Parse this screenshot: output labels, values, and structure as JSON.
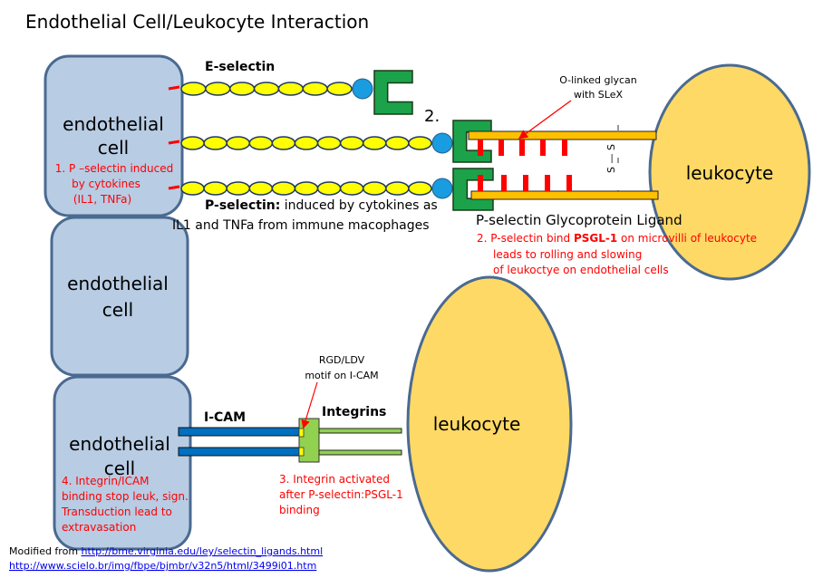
{
  "title": "Endothelial Cell/Leukocyte Interaction",
  "colors": {
    "cell_fill": "#b8cce4",
    "cell_stroke": "#4a6a90",
    "leukocyte_fill": "#ffd966",
    "selectin_bead": "#ffff00",
    "selectin_head": "#1ca24a",
    "lectin_circle": "#1a9ce0",
    "psgl_bar": "#ffc000",
    "glycan": "#ff0000",
    "icam": "#0070c0",
    "integrin": "#92d050",
    "annotation": "#ff0000"
  },
  "cells": {
    "top": {
      "line1": "endothelial",
      "line2": "cell"
    },
    "middle": {
      "line1": "endothelial",
      "line2": "cell"
    },
    "bottom": {
      "line1": "endothelial",
      "line2": "cell"
    }
  },
  "leukocytes": {
    "top": "leukocyte",
    "bottom": "leukocyte"
  },
  "labels": {
    "e_selectin": "E-selectin",
    "step2_marker": "2.",
    "p_selectin_bold": "P-selectin:",
    "p_selectin_rest": " induced by cytokines as",
    "p_selectin_line2": "IL1 and TNFa from immune macophages",
    "glycan_line1": "O-linked glycan",
    "glycan_line2": "with SLeX",
    "disulfide": "S — S",
    "psgl": "P-selectin Glycoprotein Ligand",
    "icam": "I-CAM",
    "integrins": "Integrins",
    "rgd_line1": "RGD/LDV",
    "rgd_line2": "motif on I-CAM"
  },
  "annotations": {
    "step1": [
      "1. P –selectin induced",
      "by cytokines",
      "(IL1, TNFa)"
    ],
    "step2": {
      "prefix": "2.  P-selectin bind ",
      "bold": "PSGL-1",
      "suffix": " on microvilli of leukocyte",
      "line2": "leads to rolling and slowing",
      "line3": "of leukoctye on endothelial cells"
    },
    "step3": [
      "3.  Integrin activated",
      "after P-selectin:PSGL-1",
      "binding"
    ],
    "step4": [
      "4.  Integrin/ICAM",
      "binding stop leuk, sign.",
      "Transduction lead to",
      "extravasation"
    ]
  },
  "footer": {
    "prefix": "Modified from ",
    "link1": "http://bme.virginia.edu/ley/selectin_ligands.html",
    "link2": "http://www.scielo.br/img/fbpe/bjmbr/v32n5/html/3499i01.htm"
  }
}
